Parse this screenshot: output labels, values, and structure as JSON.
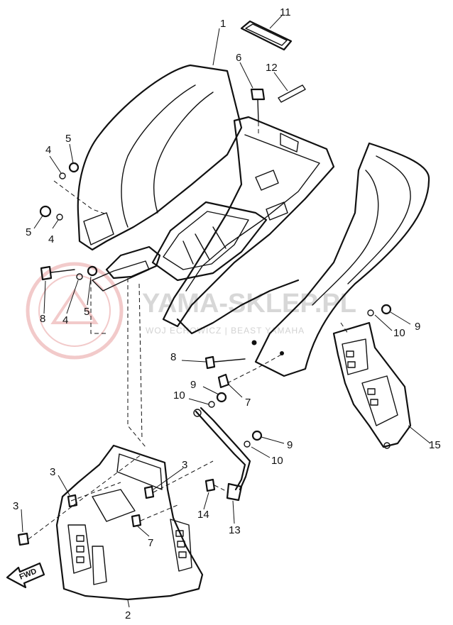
{
  "diagram": {
    "callouts": [
      "1",
      "2",
      "3",
      "3",
      "3",
      "4",
      "4",
      "4",
      "5",
      "5",
      "5",
      "6",
      "7",
      "7",
      "8",
      "8",
      "9",
      "9",
      "9",
      "10",
      "10",
      "10",
      "11",
      "12",
      "13",
      "14",
      "15"
    ],
    "direction_label": "FWD"
  },
  "watermark": {
    "brand": "YAMA-SKLEP.PL",
    "subline": "WOJ ECHOWICZ | BEAST YAMAHA"
  },
  "colors": {
    "ink": "#111111",
    "watermark": "#c7c7c7",
    "seal": "#e8a0a0"
  }
}
